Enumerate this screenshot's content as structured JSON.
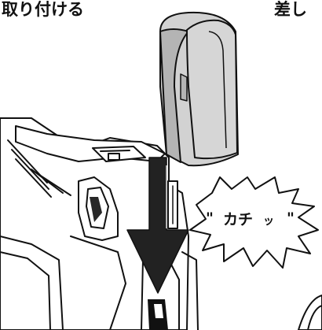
{
  "headings": {
    "left": "取り付ける",
    "right": "差し"
  },
  "sound_effect": {
    "open_quote": "\"",
    "main": "カチ",
    "small_tsu": "ッ",
    "close_quote": "\""
  },
  "colors": {
    "outline": "#111111",
    "cartridge_fill": "#d2d2d2",
    "cartridge_shade": "#b4b4b4",
    "machine_fill": "#ffffff",
    "arrow_fill": "#222222",
    "heading_text": "#111111"
  },
  "illustration": {
    "cartridge": "battery-cartridge",
    "arrow": "down-arrow",
    "burst": "sound-burst",
    "machine": "device-body"
  }
}
